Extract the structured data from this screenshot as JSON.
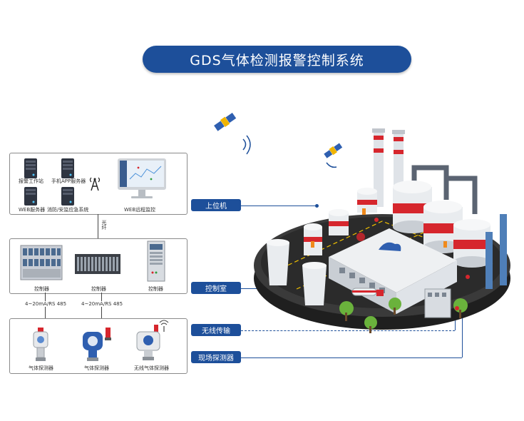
{
  "title": "GDS气体检测报警控制系统",
  "top_panel": {
    "items": [
      {
        "label": "报警工作站"
      },
      {
        "label": "手机APP服务器"
      },
      {
        "label": "WEB服务器"
      },
      {
        "label": "消防/安监应急系统"
      },
      {
        "label": "WEB远程监控"
      }
    ]
  },
  "link_label": "光纤",
  "middle_panel": {
    "items": [
      {
        "label": "控制器"
      },
      {
        "label": "控制器"
      },
      {
        "label": "控制器"
      }
    ]
  },
  "bus_labels": [
    "4~20mA/RS 485",
    "4~20mA/RS 485"
  ],
  "bottom_panel": {
    "items": [
      {
        "label": "气体探测器"
      },
      {
        "label": "气体探测器"
      },
      {
        "label": "无线气体探测器"
      }
    ]
  },
  "tags": {
    "upper": "上位机",
    "control_room": "控制室",
    "wireless": "无线传输",
    "detector": "现场探测器"
  },
  "colors": {
    "brand": "#1d4f9a",
    "accent_red": "#d6262d",
    "ground": "#2b2b2b"
  }
}
